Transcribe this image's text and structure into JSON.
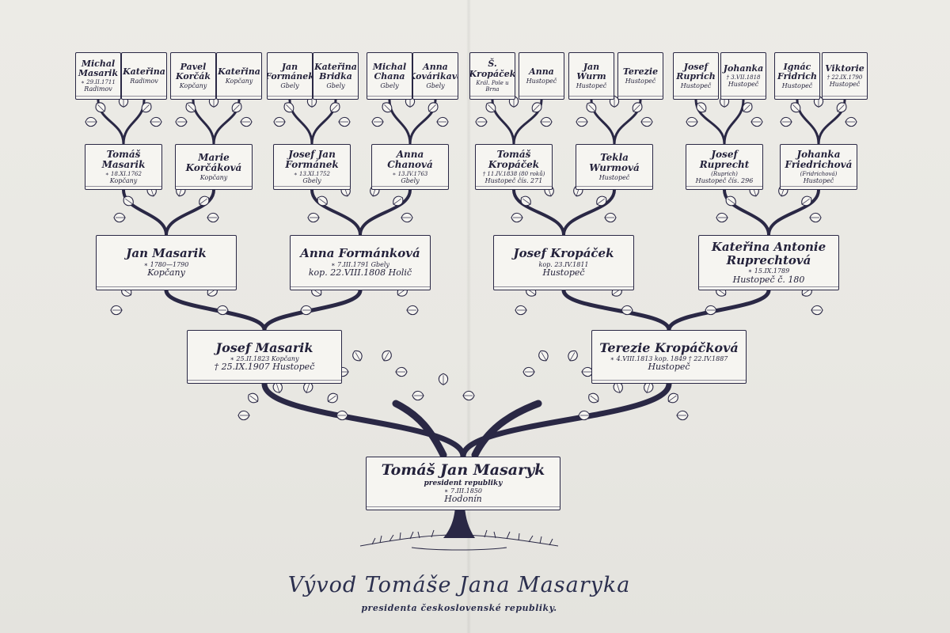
{
  "title": "Vývod Tomáše Jana Masaryka",
  "subtitle": "presidenta československé republiky.",
  "gen1": [
    {
      "name": "Michal Masarik",
      "dates": "∗ 29.II.1711",
      "place": "Radimov"
    },
    {
      "name": "Kateřina",
      "dates": "",
      "place": "Radimov"
    },
    {
      "name": "Pavel Korčák",
      "dates": "",
      "place": "Kopčany"
    },
    {
      "name": "Kateřina",
      "dates": "",
      "place": "Kopčany"
    },
    {
      "name": "Jan Formánek",
      "dates": "",
      "place": "Gbely"
    },
    {
      "name": "Kateřina Bridka",
      "dates": "",
      "place": "Gbely"
    },
    {
      "name": "Michal Chana",
      "dates": "",
      "place": "Gbely"
    },
    {
      "name": "Anna Kovárikavá",
      "dates": "",
      "place": "Gbely"
    },
    {
      "name": "Š. Kropáček",
      "dates": "Král. Pole u Brna",
      "place": ""
    },
    {
      "name": "Anna",
      "dates": "",
      "place": "Hustopeč"
    },
    {
      "name": "Jan Wurm",
      "dates": "",
      "place": "Hustopeč"
    },
    {
      "name": "Terezie",
      "dates": "",
      "place": "Hustopeč"
    },
    {
      "name": "Josef Ruprich",
      "dates": "",
      "place": "Hustopeč"
    },
    {
      "name": "Johanka",
      "dates": "† 3.VII.1818",
      "place": "Hustopeč"
    },
    {
      "name": "Ignác Fridrich",
      "dates": "",
      "place": "Hustopeč"
    },
    {
      "name": "Viktorie",
      "dates": "† 22.IX.1790",
      "place": "Hustopeč"
    }
  ],
  "gen2": [
    {
      "name": "Tomáš Masarik",
      "dates": "∗ 18.XI.1762",
      "place": "Kopčany"
    },
    {
      "name": "Marie Korčáková",
      "dates": "",
      "place": "Kopčany"
    },
    {
      "name": "Josef Jan Formánek",
      "dates": "∗ 13.XI.1752",
      "place": "Gbely"
    },
    {
      "name": "Anna Chanová",
      "dates": "∗ 13.IV.1763",
      "place": "Gbely"
    },
    {
      "name": "Tomáš Kropáček",
      "dates": "† 11.IV.1838 (80 roků)",
      "place": "Hustopeč čís. 271"
    },
    {
      "name": "Tekla Wurmová",
      "dates": "",
      "place": "Hustopeč"
    },
    {
      "name": "Josef Ruprecht",
      "dates": "(Ruprich)",
      "place": "Hustopeč čís. 296"
    },
    {
      "name": "Johanka Friedrichová",
      "dates": "(Fridrichová)",
      "place": "Hustopeč"
    }
  ],
  "gen3": [
    {
      "name": "Jan Masarik",
      "dates": "∗ 1780—1790",
      "place": "Kopčany"
    },
    {
      "name": "Anna Formánková",
      "dates": "∗ 7.III.1791 Gbely",
      "place": "kop. 22.VIII.1808 Holič"
    },
    {
      "name": "Josef Kropáček",
      "dates": "kop. 23.IV.1811",
      "place": "Hustopeč"
    },
    {
      "name": "Kateřina Antonie Ruprechtová",
      "dates": "∗ 15.IX.1789",
      "place": "Hustopeč č. 180"
    }
  ],
  "gen4": [
    {
      "name": "Josef Masarik",
      "dates": "∗ 25.II.1823 Kopčany",
      "place": "† 25.IX.1907 Hustopeč"
    },
    {
      "name": "Terezie Kropáčková",
      "dates": "∗ 4.VIII.1813   kop. 1849   † 22.IV.1887",
      "place": "Hustopeč"
    }
  ],
  "gen5": [
    {
      "name": "Tomáš Jan Masaryk",
      "sub": "president republiky",
      "dates": "∗ 7.III.1850",
      "place": "Hodonín"
    }
  ],
  "colors": {
    "ink": "#2a2845",
    "paper": "#ecebe6",
    "scroll": "#f6f5f1"
  }
}
